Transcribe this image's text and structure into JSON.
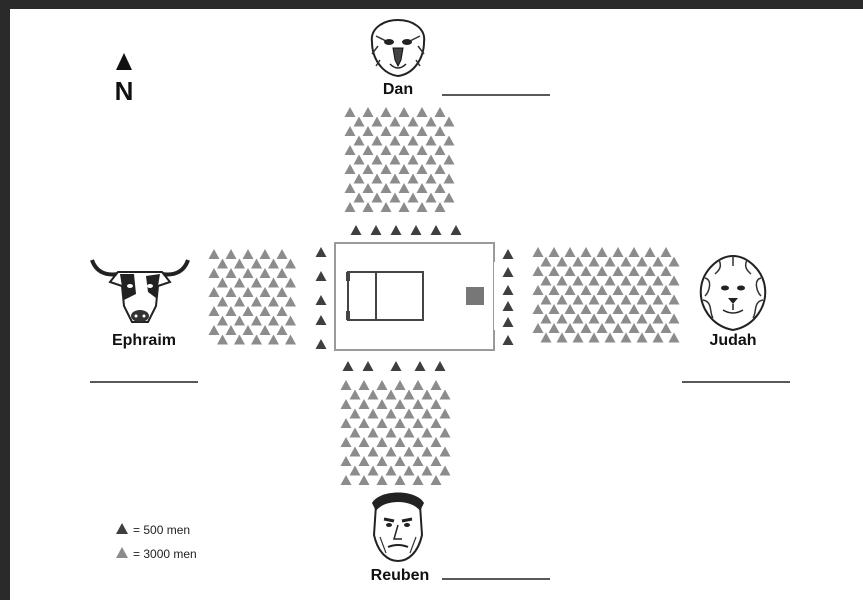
{
  "compass": {
    "label": "N"
  },
  "tribes": {
    "north": {
      "name": "Dan",
      "emblem": "eagle"
    },
    "west": {
      "name": "Ephraim",
      "emblem": "ox"
    },
    "east": {
      "name": "Judah",
      "emblem": "lion"
    },
    "south": {
      "name": "Reuben",
      "emblem": "man"
    }
  },
  "legend": [
    {
      "symbol": "dark-triangle",
      "color": "#3f3f3f",
      "label": "= 500 men"
    },
    {
      "symbol": "light-triangle",
      "color": "#8c8c8c",
      "label": "= 3000 men"
    }
  ],
  "colors": {
    "dark_triangle": "#3f3f3f",
    "light_triangle": "#8c8c8c",
    "tabernacle_border": "#9a9a9a",
    "ark": "#777777"
  }
}
